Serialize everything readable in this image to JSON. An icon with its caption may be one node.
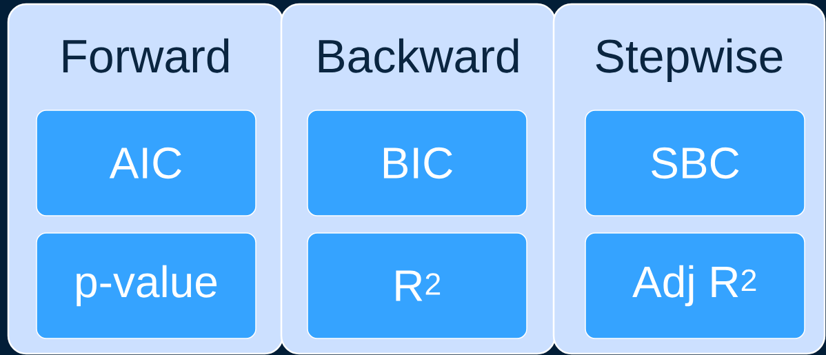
{
  "diagram": {
    "nodes": [
      {
        "text": [
          "Forward"
        ]
      },
      {
        "text": [
          "AIC"
        ],
        "in": 0
      },
      {
        "text": [
          "p-value"
        ],
        "in": 0
      },
      {
        "text": [
          "Backward"
        ]
      },
      {
        "text": [
          "BIC"
        ],
        "in": 3
      },
      {
        "text": [
          "R$^{2}$"
        ],
        "in": 3
      },
      {
        "text": [
          "Stepwise"
        ]
      },
      {
        "text": [
          "SBC"
        ],
        "in": 6
      },
      {
        "text": [
          "Adj R$^{2}$"
        ],
        "in": 6
      }
    ]
  }
}
